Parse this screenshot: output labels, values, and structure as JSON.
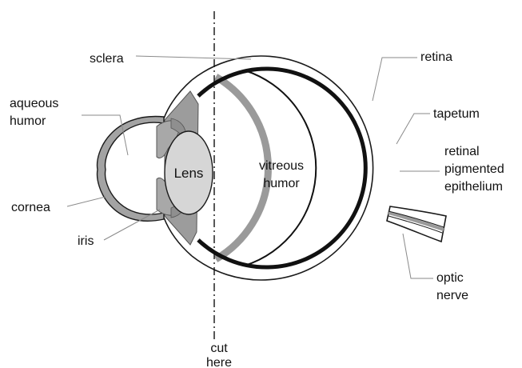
{
  "diagram": {
    "labels": {
      "sclera": "sclera",
      "aqueous_line1": "aqueous",
      "aqueous_line2": "humor",
      "cornea": "cornea",
      "iris": "iris",
      "lens": "Lens",
      "vitreous_line1": "vitreous",
      "vitreous_line2": "humor",
      "retina": "retina",
      "tapetum": "tapetum",
      "rpe_line1": "retinal",
      "rpe_line2": "pigmented",
      "rpe_line3": "epithelium",
      "optic_line1": "optic",
      "optic_line2": "nerve",
      "cut_line1": "cut",
      "cut_line2": "here"
    },
    "colors": {
      "outline": "#1a1a1a",
      "retina": "#111111",
      "tapetum": "#9a9a9a",
      "lens_fill": "#d6d6d6",
      "iris_fill": "#a8a8a8",
      "ciliary_fill": "#9c9c9c",
      "cornea_fill": "#a3a3a3",
      "leader": "#8a8a8a"
    }
  }
}
